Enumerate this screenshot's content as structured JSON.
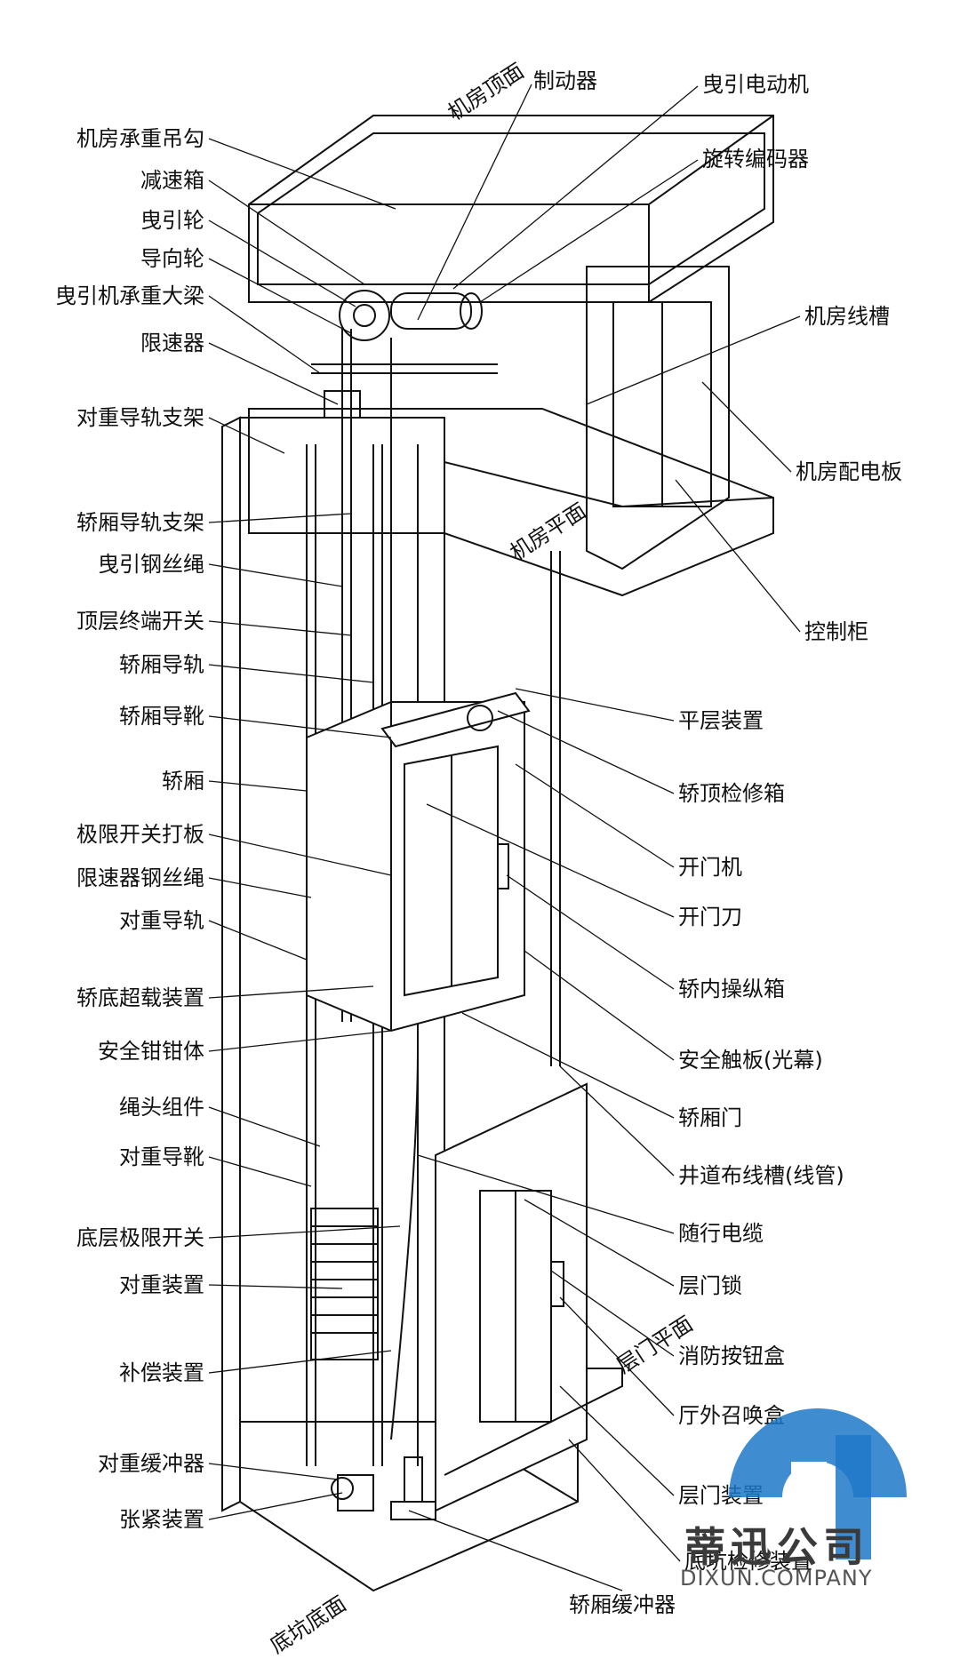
{
  "left_labels": [
    "机房承重吊勾",
    "减速箱",
    "曳引轮",
    "导向轮",
    "曳引机承重大梁",
    "限速器",
    "对重导轨支架",
    "轿厢导轨支架",
    "曳引钢丝绳",
    "顶层终端开关",
    "轿厢导轨",
    "轿厢导靴",
    "轿厢",
    "极限开关打板",
    "限速器钢丝绳",
    "对重导轨",
    "轿底超载装置",
    "安全钳钳体",
    "绳头组件",
    "对重导靴",
    "底层极限开关",
    "对重装置",
    "补偿装置",
    "对重缓冲器",
    "张紧装置"
  ],
  "top_labels": [
    "制动器",
    "曳引电动机",
    "旋转编码器"
  ],
  "right_labels": [
    "机房线槽",
    "机房配电板",
    "控制柜",
    "平层装置",
    "轿顶检修箱",
    "开门机",
    "开门刀",
    "轿内操纵箱",
    "安全触板(光幕)",
    "轿厢门",
    "井道布线槽(线管)",
    "随行电缆",
    "层门锁",
    "消防按钮盒",
    "厅外召唤盒",
    "层门装置",
    "底坑检修装置"
  ],
  "bottom_label": "轿厢缓冲器",
  "plane_labels": {
    "machine_room_top": "机房顶面",
    "machine_room_floor": "机房平面",
    "landing_floor": "层门平面",
    "pit_floor": "底坑底面"
  },
  "watermark": {
    "name": "蒂迅公司",
    "sub": "DIXUN.COMPANY",
    "color": "#1e78c8"
  }
}
